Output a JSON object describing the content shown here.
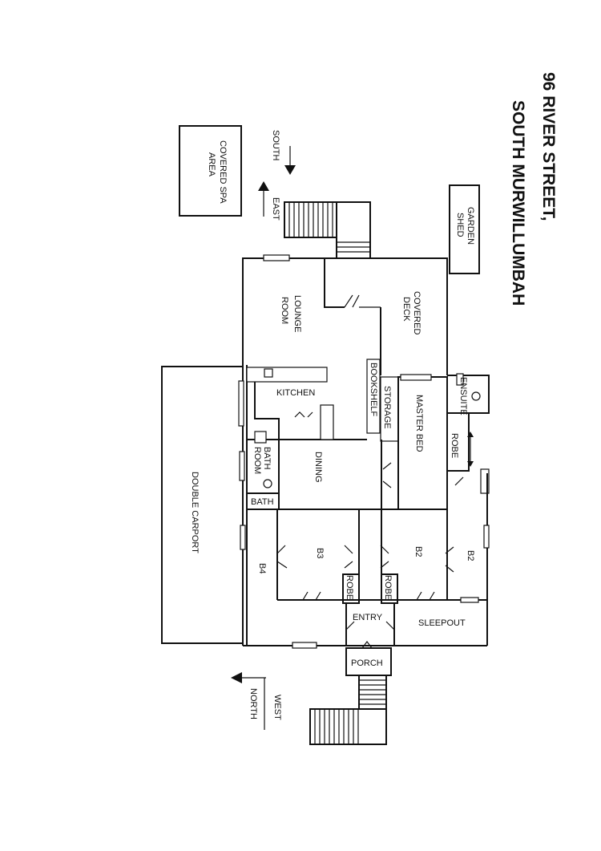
{
  "title": {
    "line1": "96 RIVER STREET,",
    "line2": "SOUTH MURWILLUMBAH"
  },
  "compass": {
    "south": "SOUTH",
    "east": "EAST",
    "north": "NORTH",
    "west": "WEST"
  },
  "rooms": {
    "covered_spa": [
      "COVERED SPA",
      "AREA"
    ],
    "garden_shed": [
      "GARDEN",
      "SHED"
    ],
    "lounge": [
      "LOUNGE",
      "ROOM"
    ],
    "covered_deck": [
      "COVERED",
      "DECK"
    ],
    "kitchen": "KITCHEN",
    "bookshelf": "BOOKSHELF",
    "storage": "STORAGE",
    "master_bed": "MASTER BED",
    "ensuite": "ENSUITE",
    "robe_master": "ROBE",
    "bathroom": [
      "BATH",
      "ROOM"
    ],
    "dining": "DINING",
    "bath": "BATH",
    "double_carport": "DOUBLE CARPORT",
    "b3": "B3",
    "b2_inner": "B2",
    "b2_outer": "B2",
    "b4": "B4",
    "robe_b3": "ROBE",
    "robe_b2": "ROBE",
    "entry": "ENTRY",
    "sleepout": "SLEEPOUT",
    "porch": "PORCH"
  }
}
